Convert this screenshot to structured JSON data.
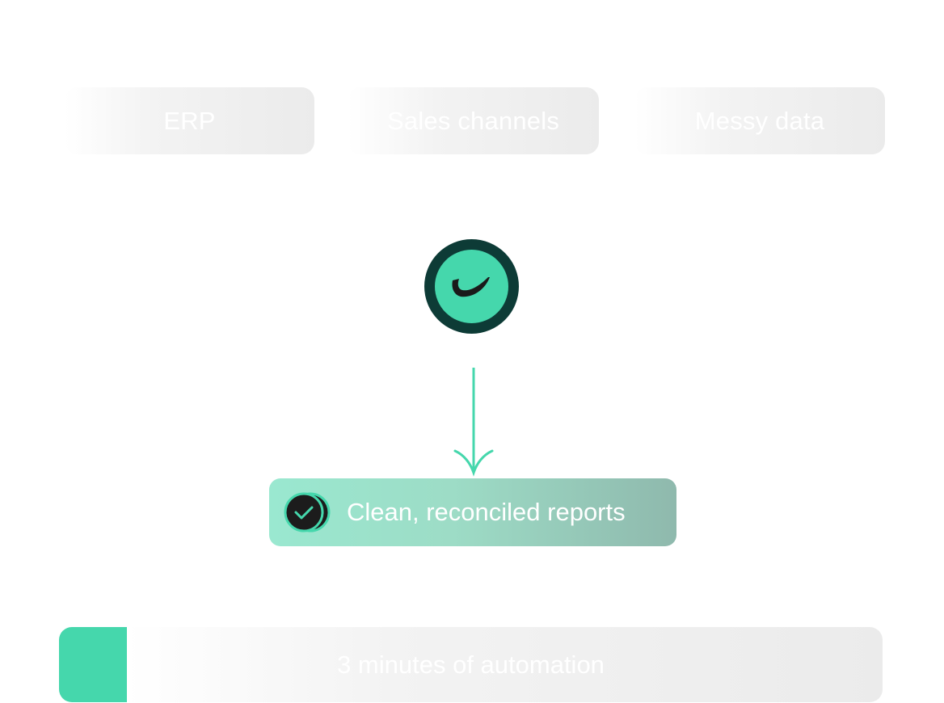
{
  "sources": [
    {
      "label": "ERP"
    },
    {
      "label": "Sales channels"
    },
    {
      "label": "Messy data"
    }
  ],
  "logo": {
    "icon": "brand-logo-icon"
  },
  "arrow": {
    "icon": "arrow-down-icon"
  },
  "result": {
    "label": "Clean, reconciled reports",
    "icon": "check-circle-icon"
  },
  "progress": {
    "label": "3 minutes of automation",
    "fraction": 0.082
  },
  "colors": {
    "accent": "#45d7ac",
    "logo_ring": "#0d3b36",
    "check_bg": "#1c1c1c"
  }
}
